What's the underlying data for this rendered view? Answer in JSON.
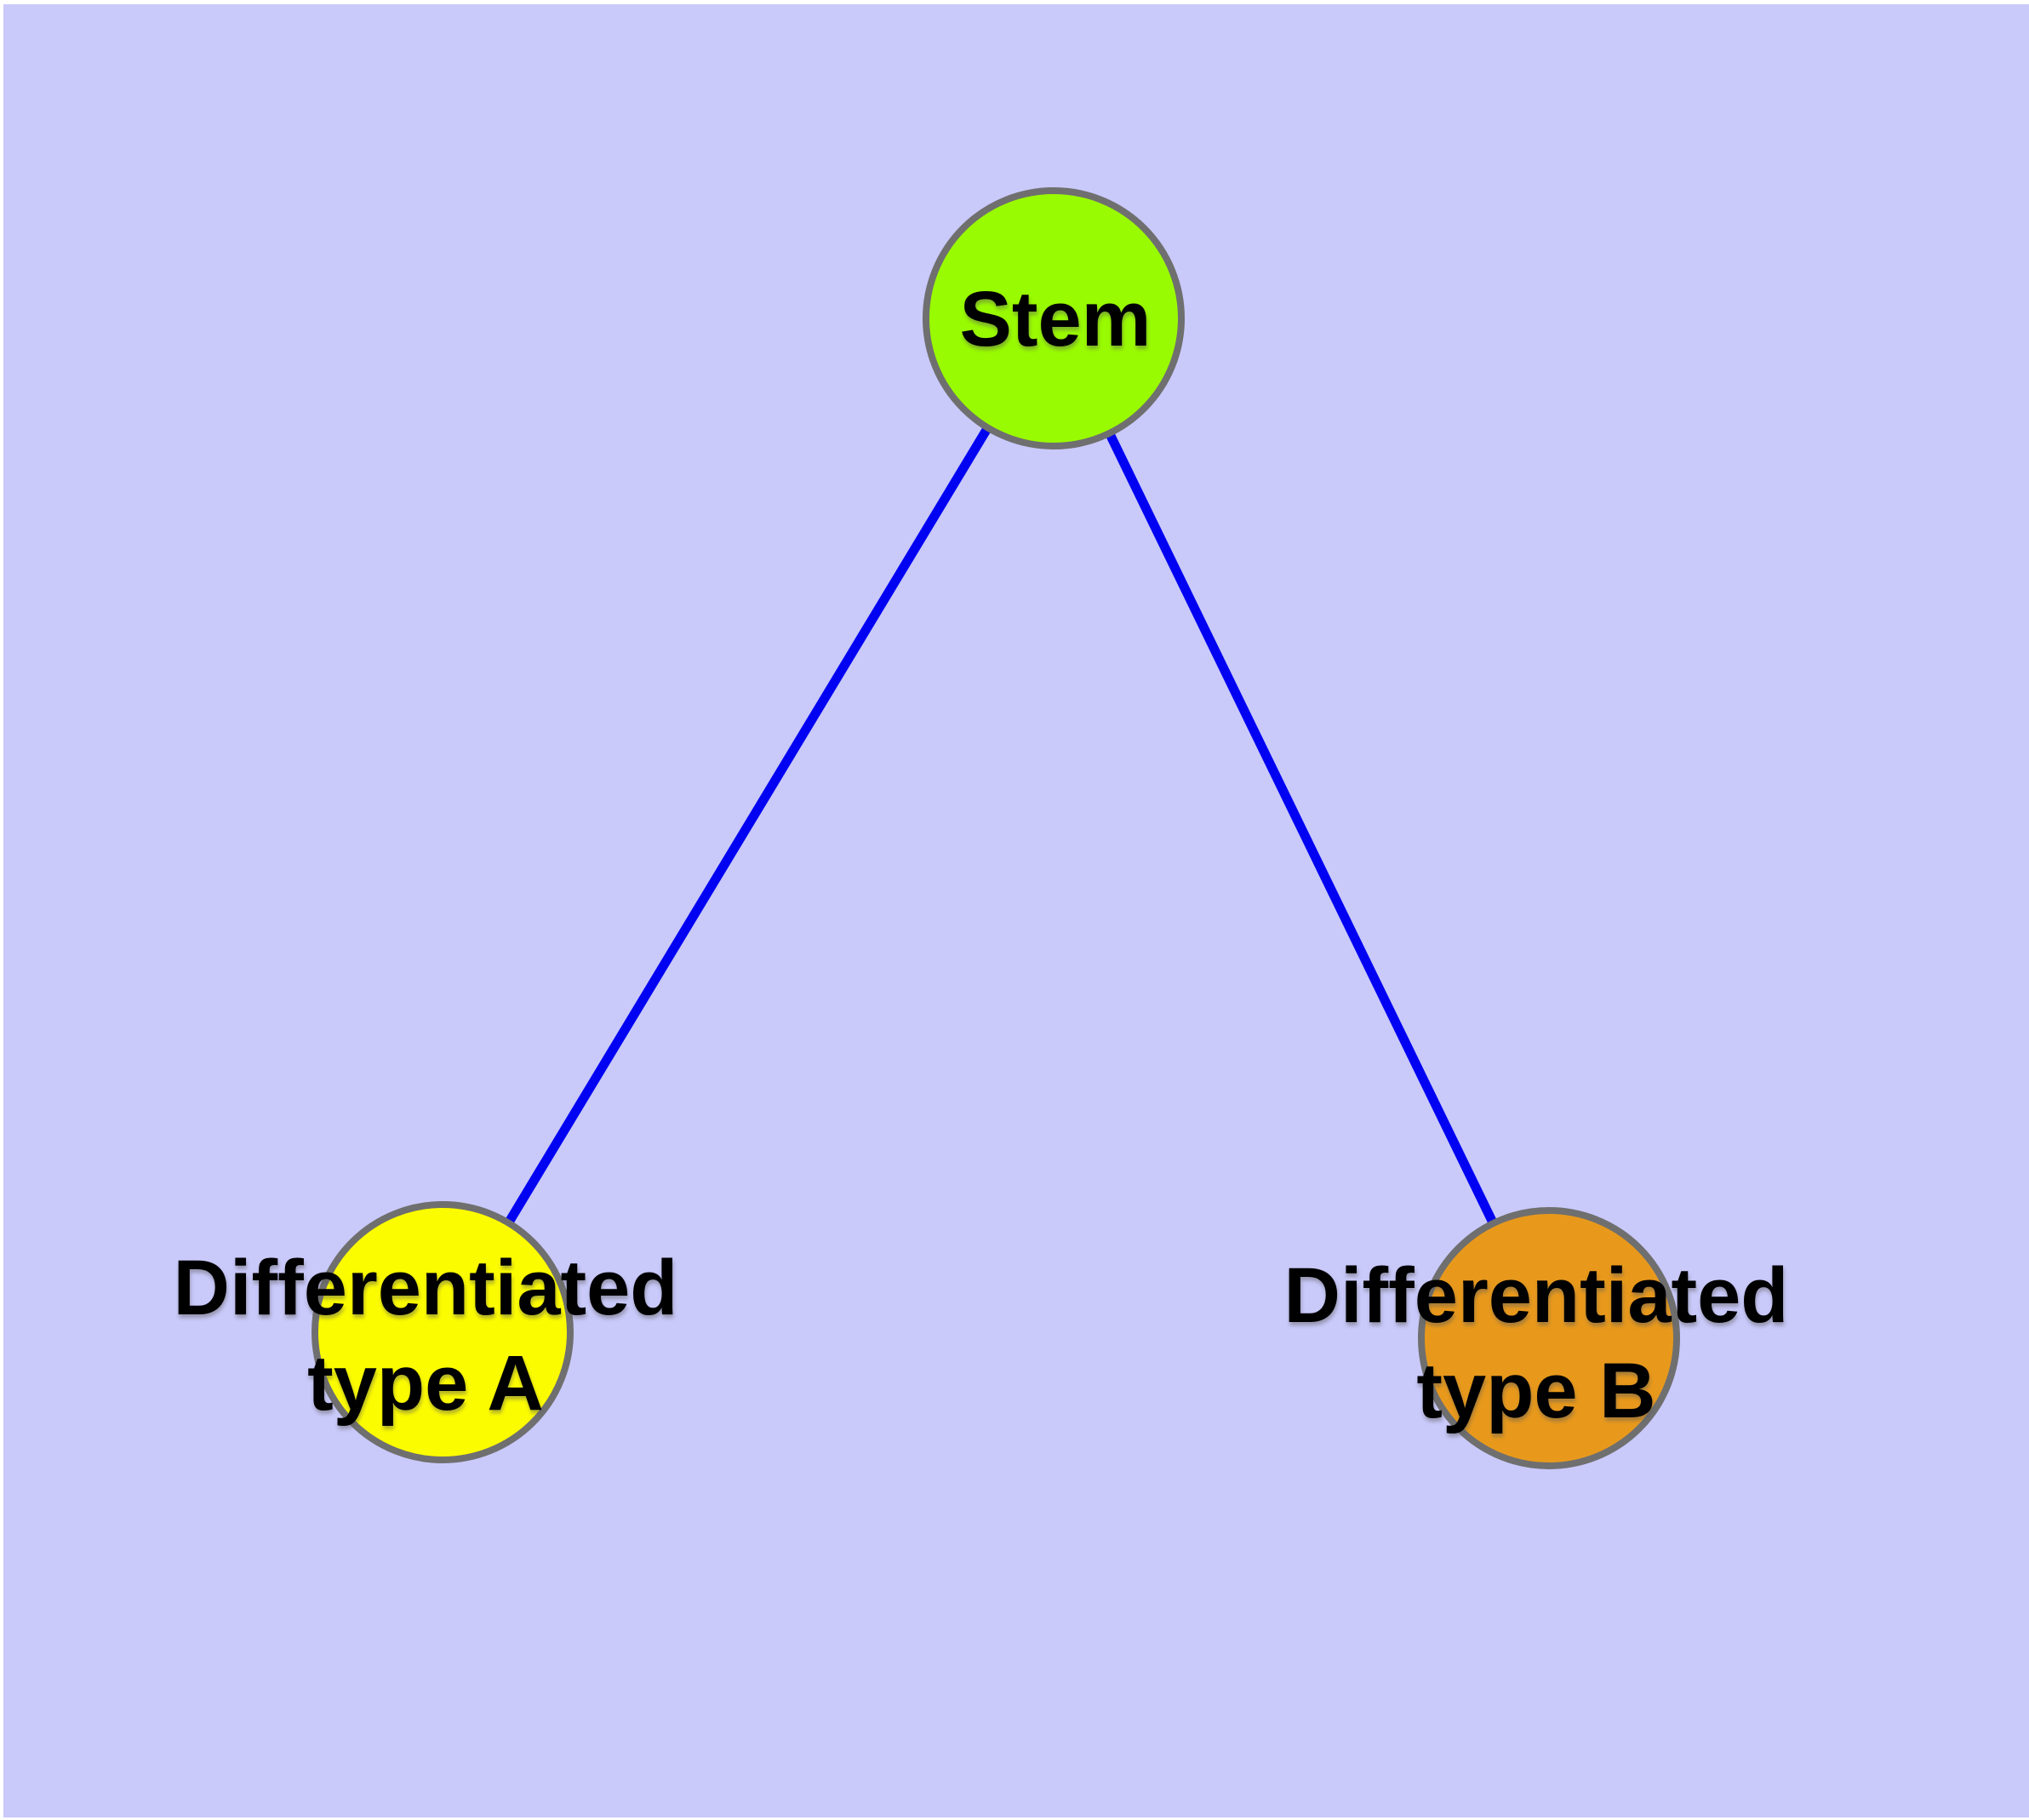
{
  "canvas": {
    "plot_background": "#C9C9FA",
    "page_background": "#FFFFFF"
  },
  "nodes": {
    "stem": {
      "label": "Stem",
      "fill": "#99FB01",
      "border": "#6F6F6F"
    },
    "type_a": {
      "label": "Differentiated\ntype A",
      "fill": "#FCFC00",
      "border": "#6F6F6F"
    },
    "type_b": {
      "label": "Differentiated\ntype B",
      "fill": "#E8991C",
      "border": "#6F6F6F"
    }
  },
  "edges": {
    "color": "#0202F2",
    "items": [
      {
        "from": "Stem",
        "to": "Differentiated type A"
      },
      {
        "from": "Stem",
        "to": "Differentiated type B"
      }
    ]
  },
  "text_color": "#000000"
}
